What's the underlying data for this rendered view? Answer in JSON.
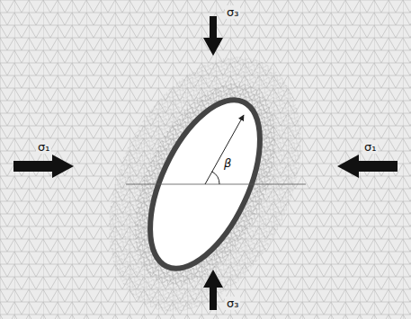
{
  "diagram": {
    "labels": [
      "σ₃",
      "σ₁",
      "σ₁",
      "β",
      "σ₃"
    ]
  }
}
